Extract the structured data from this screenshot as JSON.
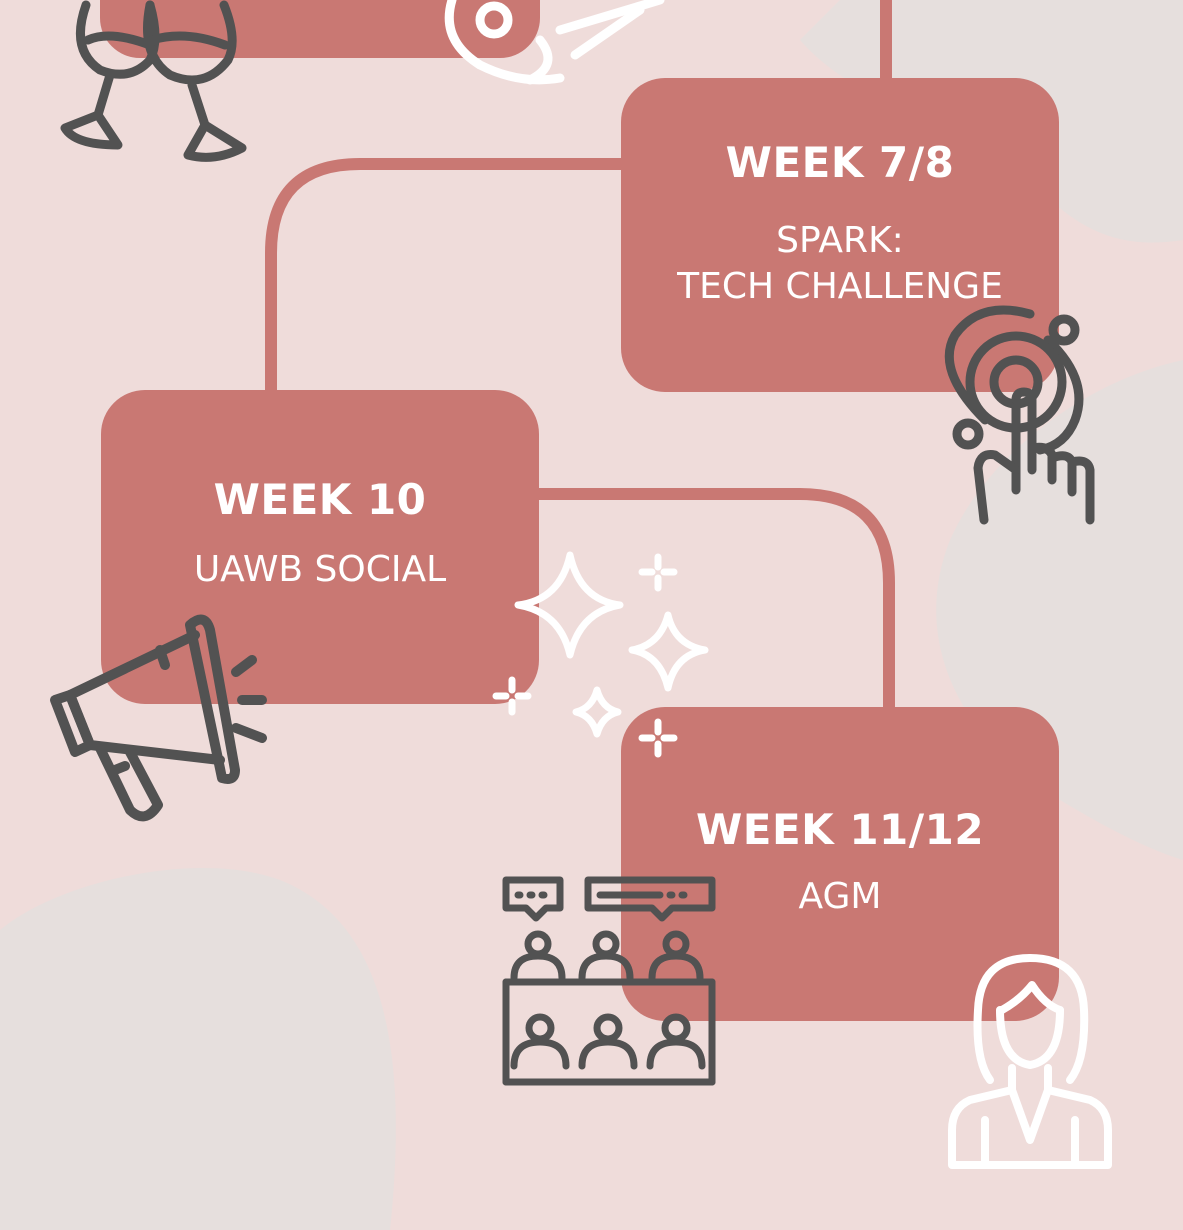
{
  "timeline": {
    "items": [
      {
        "week": "WEEK 7/8",
        "event_line1": "SPARK:",
        "event_line2": "TECH CHALLENGE"
      },
      {
        "week": "WEEK 10",
        "event_line1": "UAWB SOCIAL"
      },
      {
        "week": "WEEK 11/12",
        "event_line1": "AGM"
      }
    ]
  },
  "colors": {
    "background": "#efdcda",
    "card": "#c97873",
    "blob": "#e6dfdd",
    "icon_dark": "#525252",
    "icon_light": "#ffffff"
  },
  "icons": [
    "wine-glasses-icon",
    "paintbrush-palette-icon",
    "touch-target-icon",
    "megaphone-icon",
    "sparkles-icon",
    "meeting-audience-icon",
    "businesswoman-icon"
  ]
}
